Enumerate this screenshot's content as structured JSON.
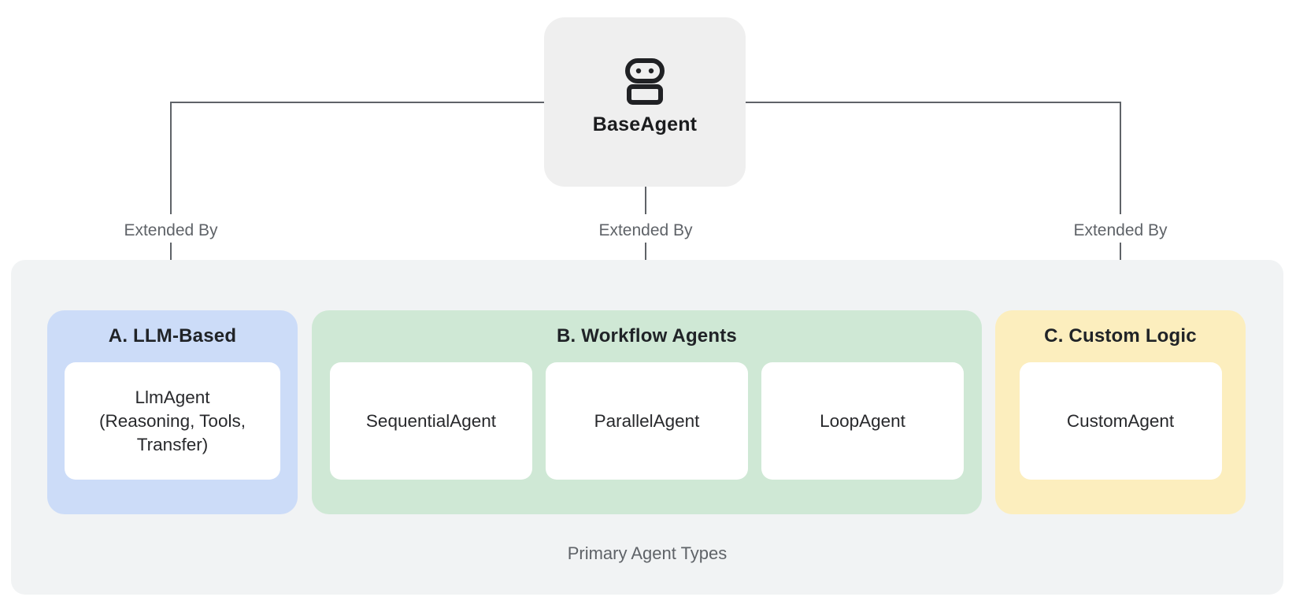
{
  "root_node": {
    "label": "BaseAgent",
    "icon": "robot-icon",
    "bg": "#efefef"
  },
  "connectors": {
    "labels": [
      "Extended By",
      "Extended By",
      "Extended By"
    ],
    "line_color": "#5f6368"
  },
  "container": {
    "caption": "Primary Agent Types",
    "bg": "#f1f3f4"
  },
  "groups": [
    {
      "title": "A. LLM-Based",
      "color": "#ccdcf8",
      "cards": [
        "LlmAgent\n(Reasoning, Tools,\nTransfer)"
      ]
    },
    {
      "title": "B. Workflow Agents",
      "color": "#cfe8d5",
      "cards": [
        "SequentialAgent",
        "ParallelAgent",
        "LoopAgent"
      ]
    },
    {
      "title": "C. Custom Logic",
      "color": "#fceebe",
      "cards": [
        "CustomAgent"
      ]
    }
  ],
  "text_colors": {
    "heading": "#202327",
    "body": "#28292c",
    "muted": "#5f6368"
  }
}
